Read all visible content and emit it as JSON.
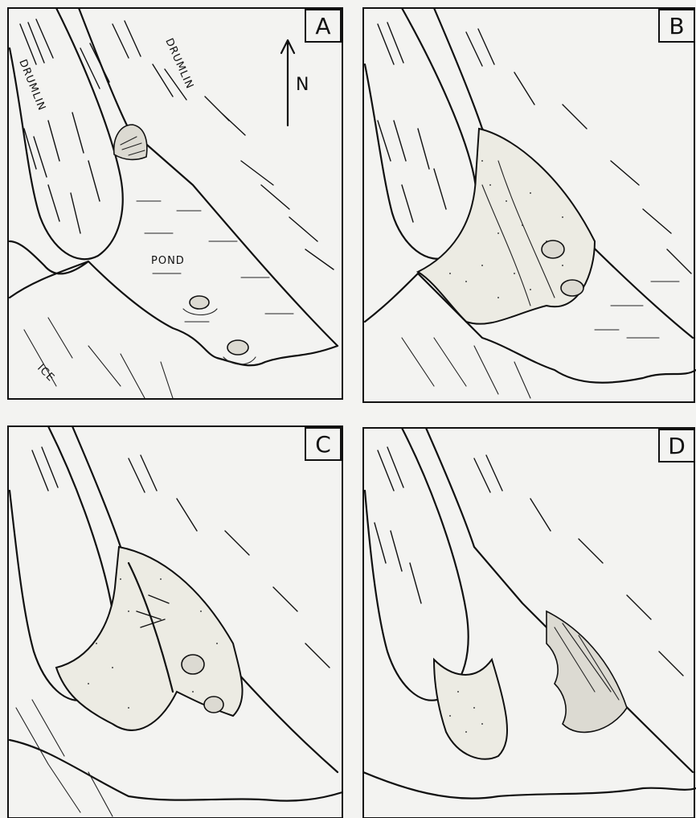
{
  "panels": [
    {
      "letter": "A"
    },
    {
      "letter": "B"
    },
    {
      "letter": "C"
    },
    {
      "letter": "D"
    }
  ],
  "labels": {
    "drumlin_left": "DRUMLIN",
    "drumlin_right": "DRUMLIN",
    "north": "N",
    "pond": "POND",
    "ice": "ICE"
  },
  "colors": {
    "ink": "#111111",
    "paper": "#f3f3f1"
  }
}
